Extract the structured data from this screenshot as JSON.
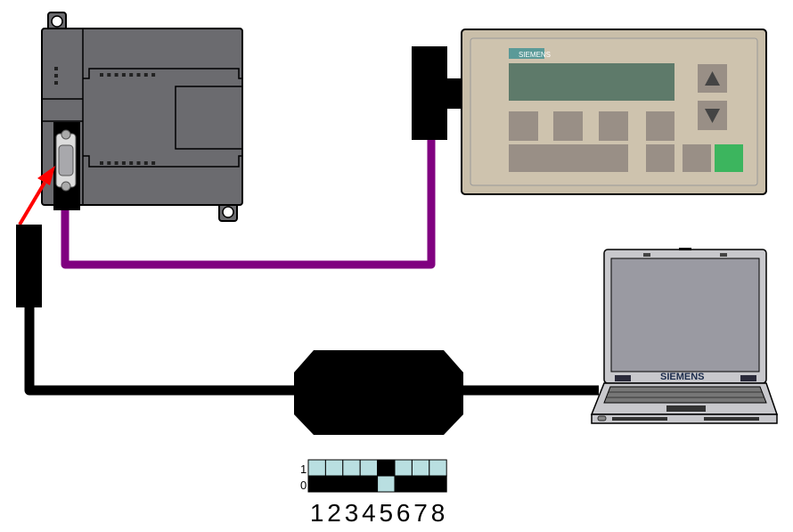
{
  "hmi": {
    "brand": "SIEMENS"
  },
  "laptop": {
    "brand": "SIEMENS"
  },
  "bit_table": {
    "row_labels": [
      "1",
      "0"
    ],
    "bit_numbers": [
      "1",
      "2",
      "3",
      "4",
      "5",
      "6",
      "7",
      "8"
    ],
    "bits": [
      1,
      1,
      1,
      1,
      0,
      1,
      1,
      1
    ],
    "colors": {
      "on": "#b9dfe1",
      "off": "#000000"
    }
  },
  "colors": {
    "purple_cable": "#800080",
    "arrow": "#ff0000",
    "hmi_green_key": "#3cb55e"
  }
}
